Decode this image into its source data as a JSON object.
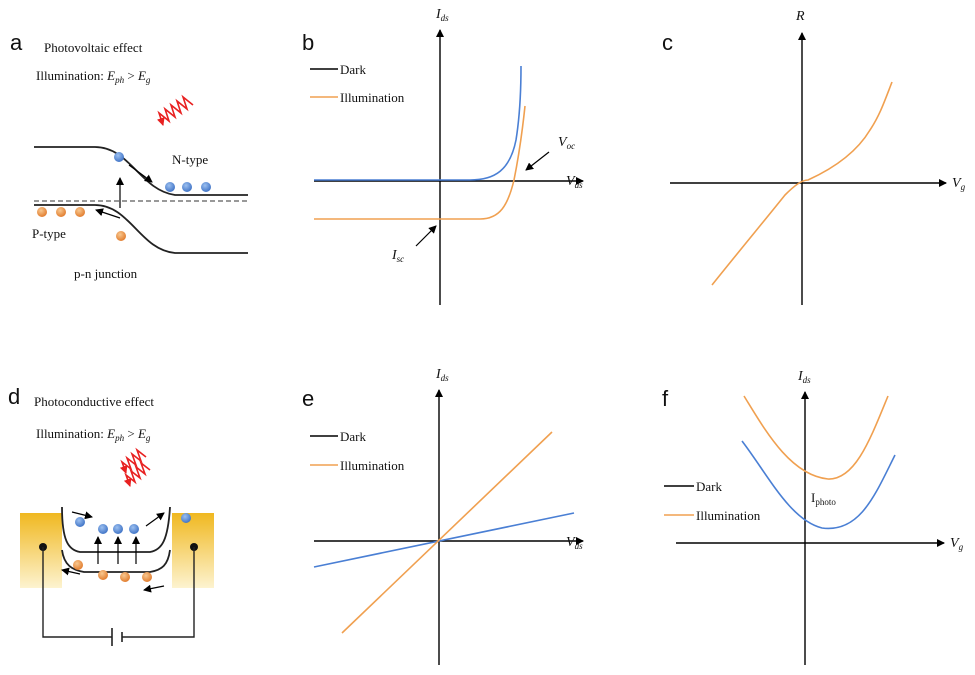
{
  "colors": {
    "dark": "#000000",
    "illumination": "#f0a050",
    "blue": "#4a7fd4",
    "photon": "#e82020",
    "electrode": "#f2c230"
  },
  "panels": {
    "a": {
      "label": "a",
      "title": "Photovoltaic effect",
      "illum_pre": "Illumination: ",
      "E1": "E",
      "E1sub": "ph",
      "gt": " > ",
      "E2": "E",
      "E2sub": "g",
      "ntype": "N-type",
      "ptype": "P-type",
      "junction": "p-n junction"
    },
    "b": {
      "label": "b",
      "y_axis": "I",
      "y_sub": "ds",
      "x_axis": "V",
      "x_sub": "ds",
      "legend_dark": "Dark",
      "legend_illum": "Illumination",
      "voc": "V",
      "voc_sub": "oc",
      "isc": "I",
      "isc_sub": "sc"
    },
    "c": {
      "label": "c",
      "y_axis": "R",
      "x_axis": "V",
      "x_sub": "g"
    },
    "d": {
      "label": "d",
      "title": "Photoconductive effect",
      "illum_pre": "Illumination: ",
      "E1": "E",
      "E1sub": "ph",
      "gt": " > ",
      "E2": "E",
      "E2sub": "g"
    },
    "e": {
      "label": "e",
      "y_axis": "I",
      "y_sub": "ds",
      "x_axis": "V",
      "x_sub": "ds",
      "legend_dark": "Dark",
      "legend_illum": "Illumination"
    },
    "f": {
      "label": "f",
      "y_axis": "I",
      "y_sub": "ds",
      "x_axis": "V",
      "x_sub": "g",
      "legend_dark": "Dark",
      "legend_illum": "Illumination",
      "iphoto": "I",
      "iphoto_sub": "photo"
    }
  }
}
